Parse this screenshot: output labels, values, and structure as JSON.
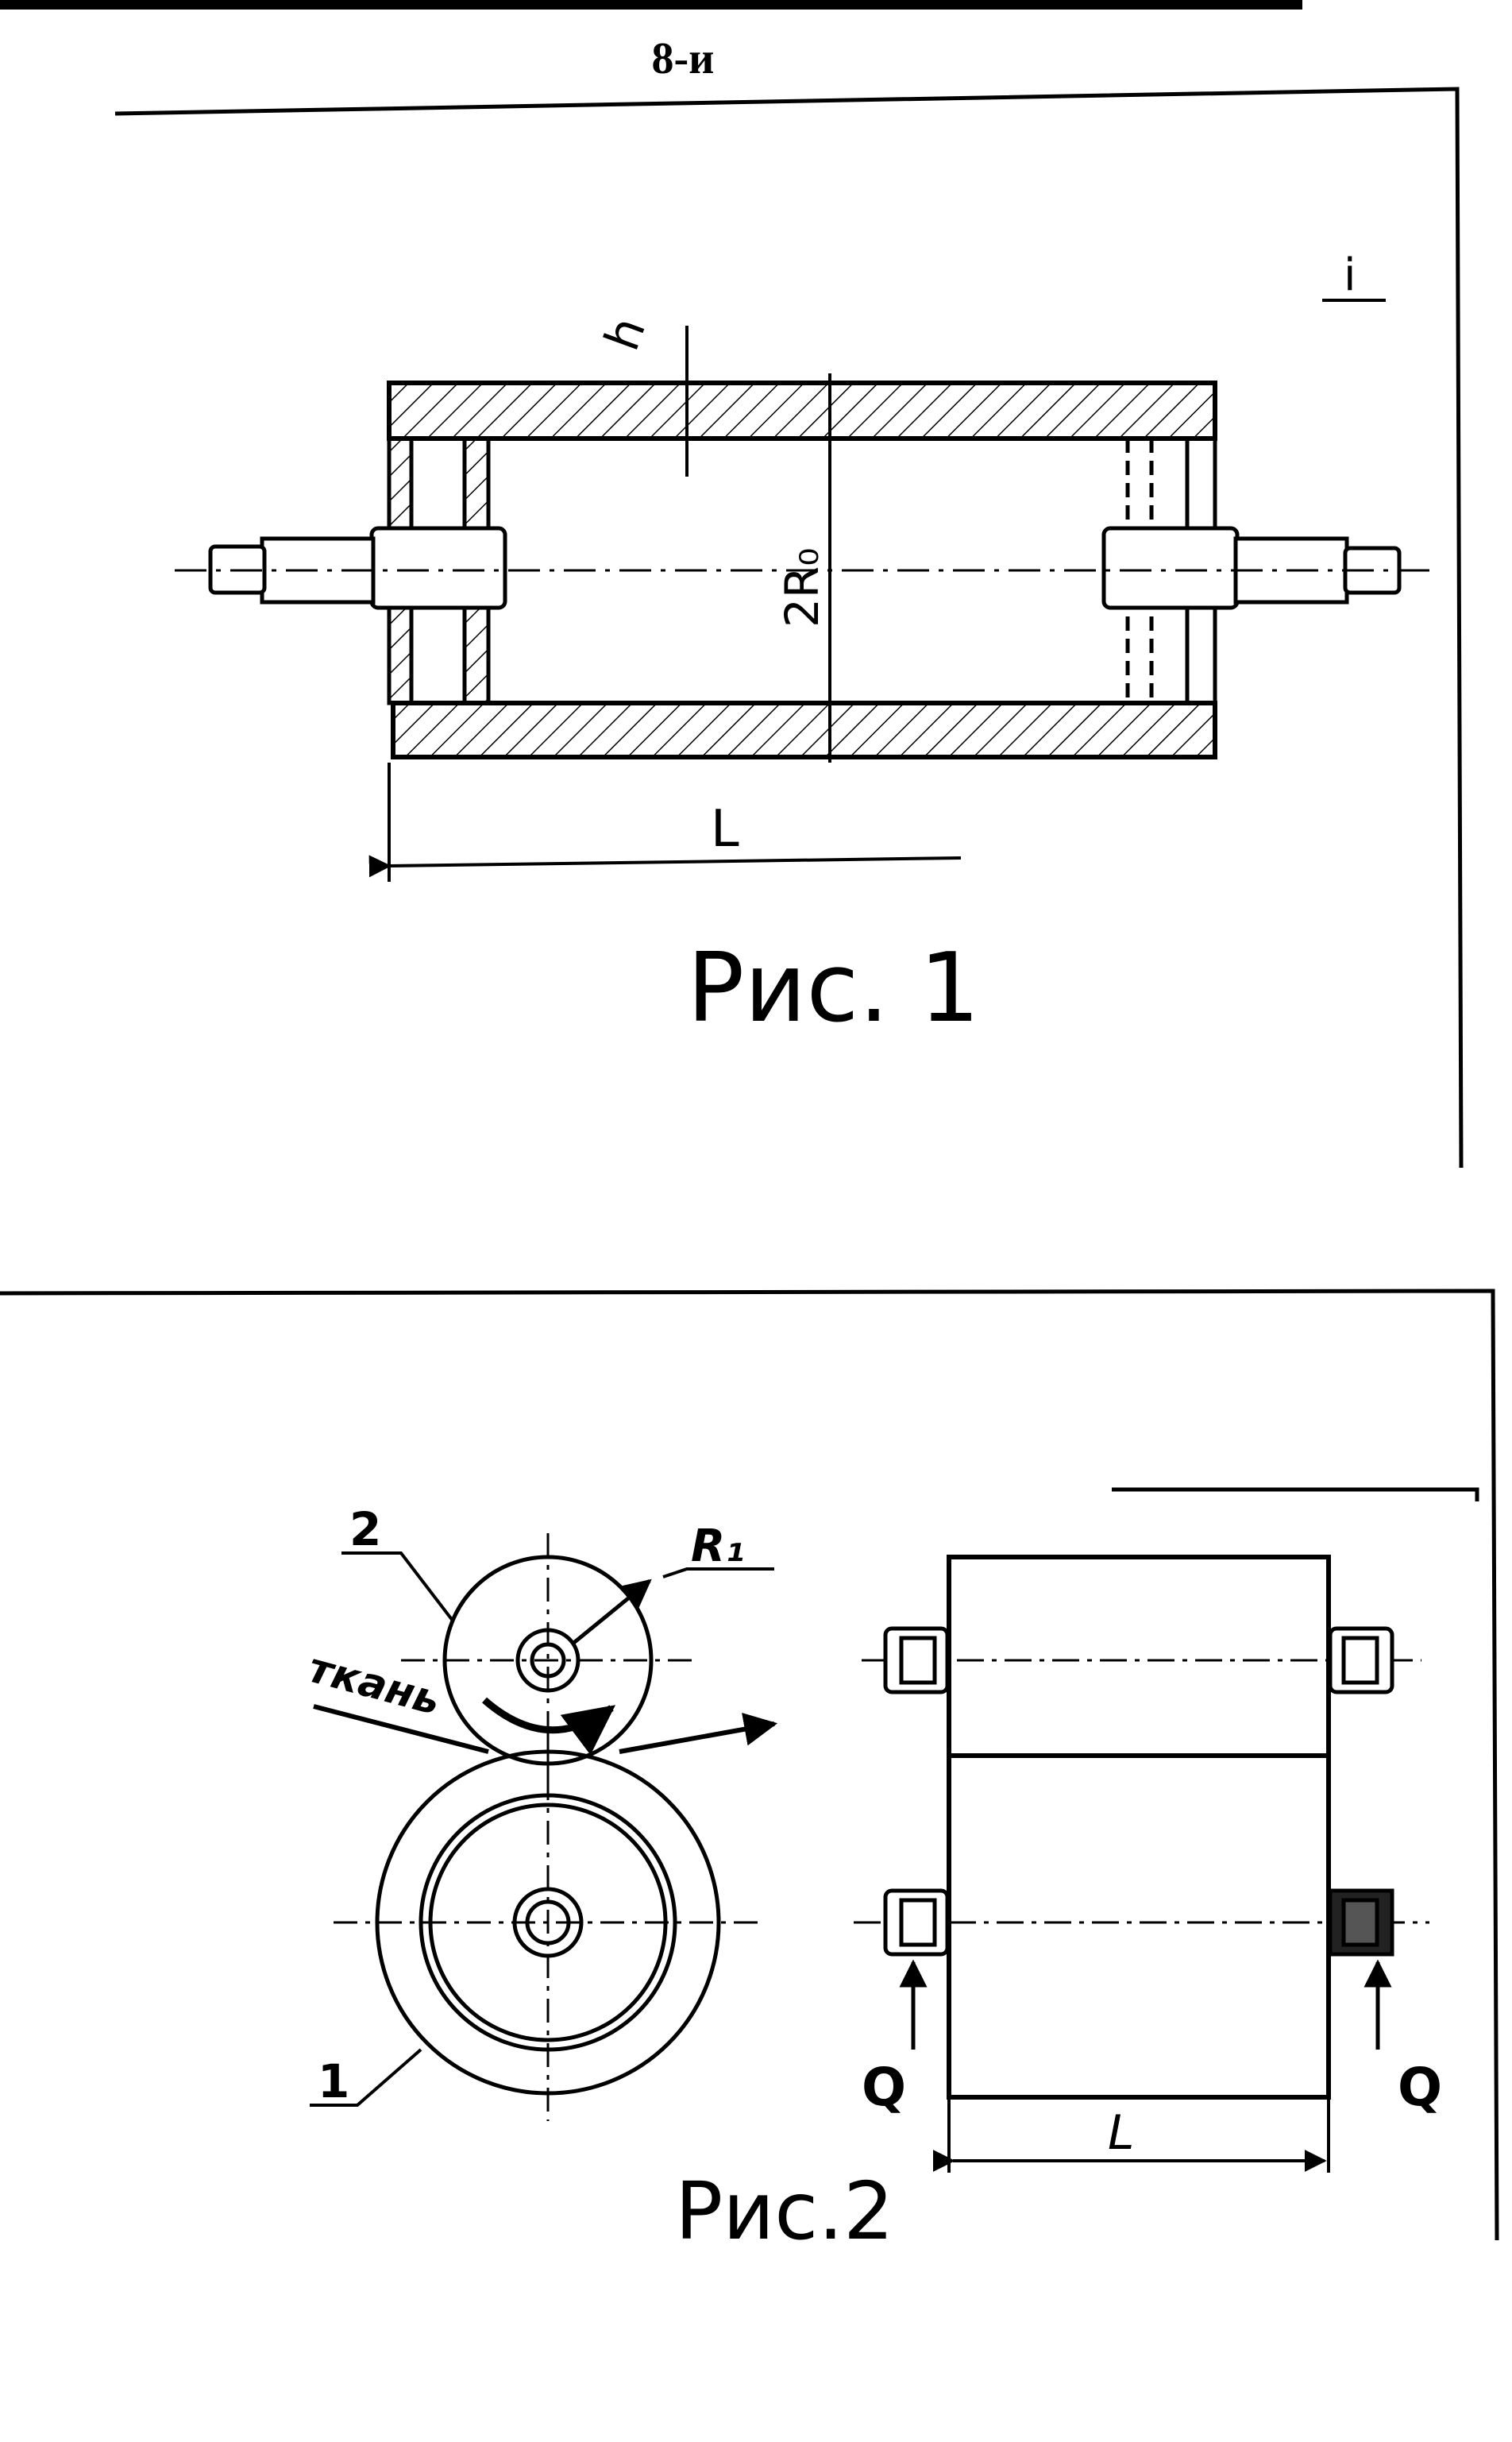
{
  "page": {
    "header": "8-и"
  },
  "figure1": {
    "corner_mark": "i",
    "label_h": "h",
    "label_diameter": "2R₀",
    "label_length": "L",
    "caption": "Рис. 1"
  },
  "figure2": {
    "label_roll_top": "2",
    "label_radius": "R₁",
    "label_fabric": "ткань",
    "label_roll_bottom": "1",
    "label_force_left": "Q",
    "label_force_right": "Q",
    "label_length": "L",
    "caption": "Рис.2"
  }
}
